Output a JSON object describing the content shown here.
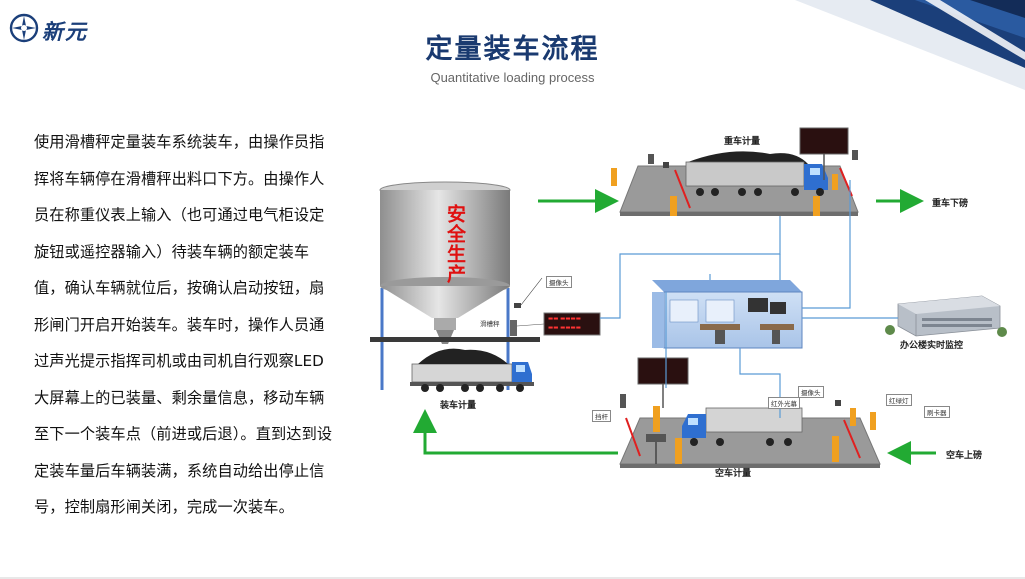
{
  "logo": {
    "text": "新元",
    "icon": "compass-star-icon"
  },
  "header": {
    "title": "定量装车流程",
    "subtitle": "Quantitative loading process"
  },
  "description": "使用滑槽秤定量装车系统装车，由操作员指挥将车辆停在滑槽秤出料口下方。由操作人员在称重仪表上输入（也可通过电气柜设定旋钮或遥控器输入）待装车辆的额定装车值，确认车辆就位后，按确认启动按钮，扇形闸门开启开始装车。装车时，操作人员通过声光提示指挥司机或由司机自行观察LED大屏幕上的已装量、剩余量信息，移动车辆至下一个装车点（前进或后退）。直到达到设定装车量后车辆装满，系统自动给出停止信号，控制扇形闸关闭，完成一次装车。",
  "diagram": {
    "silo_text": "安全生产",
    "labels": {
      "heavy_weigh": "重车计量",
      "heavy_off": "重车下磅",
      "loading_weigh": "装车计量",
      "empty_weigh": "空车计量",
      "empty_on": "空车上磅",
      "office": "办公楼实时监控",
      "camera_top": "摄像头",
      "chute_scale": "滑槽秤",
      "camera_bottom": "摄像头",
      "ir_grating": "红外光幕",
      "barrier": "挡杆",
      "traffic_light": "红绿灯",
      "card_reader": "刷卡器"
    },
    "colors": {
      "flow_arrow": "#22aa33",
      "signal_line": "#5b9bd5",
      "led_bg": "#2a1010",
      "led_text": "#ff3333",
      "platform": "#9a9a9a",
      "barrier_orange": "#f0a020",
      "brand_blue": "#1a3a70"
    }
  }
}
